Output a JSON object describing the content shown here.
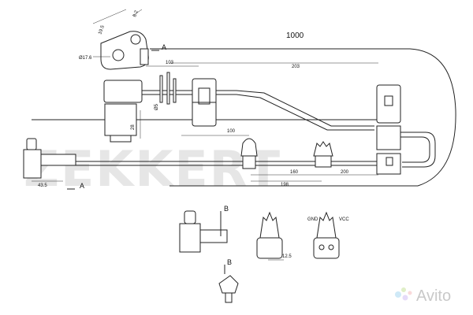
{
  "brand": {
    "watermark": "ZEKKERT",
    "avito": "Avito"
  },
  "labels": {
    "total_length": "1000",
    "section_a_top": "A",
    "section_a_bottom": "A",
    "section_b_1": "B",
    "section_b_2": "B",
    "pin_gnd": "GND",
    "pin_vcc": "VCC"
  },
  "dimensions": {
    "d_19_5": "19.5",
    "d_6_2": "6.2",
    "d_17_6": "Ø17.6",
    "d_103": "103",
    "d_203": "203",
    "d_15": "Ø5",
    "d_28": "28",
    "d_100": "100",
    "d_160": "160",
    "d_200": "200",
    "d_198": "198",
    "d_43_5": "43.5",
    "d_12_5": "12.5"
  },
  "colors": {
    "line": "#222222",
    "watermark": "#e6e6e6",
    "avito_blue": "#00aaff",
    "avito_green": "#97cf26",
    "avito_purple": "#a169f7",
    "avito_red": "#ff6163"
  }
}
